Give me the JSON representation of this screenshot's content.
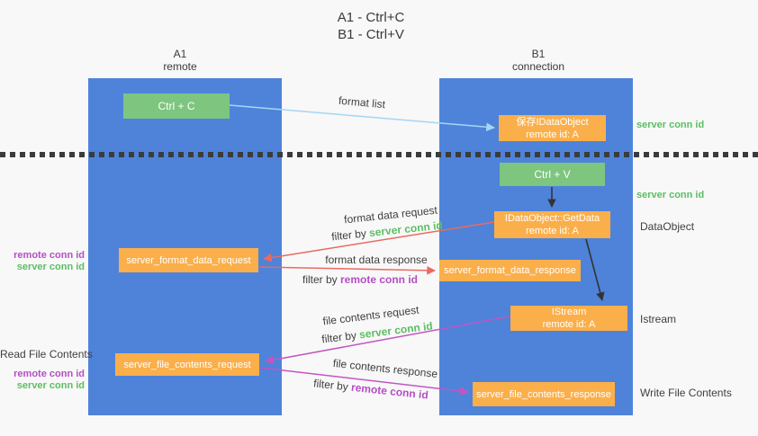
{
  "title": {
    "line1": "A1 - Ctrl+C",
    "line2": "B1 - Ctrl+V"
  },
  "columns": {
    "left": {
      "id": "A1",
      "subtitle": "remote"
    },
    "right": {
      "id": "B1",
      "subtitle": "connection"
    }
  },
  "nodes": {
    "ctrl_c": "Ctrl + C",
    "ctrl_v": "Ctrl + V",
    "save_dataobject": {
      "line1": "保存IDataObject",
      "line2": "remote id: A"
    },
    "getdata": {
      "line1": "IDataObject::GetData",
      "line2": "remote id: A"
    },
    "istream": {
      "line1": "IStream",
      "line2": "remote id: A"
    },
    "server_format_data_request": "server_format_data_request",
    "server_format_data_response": "server_format_data_response",
    "server_file_contents_request": "server_file_contents_request",
    "server_file_contents_response": "server_file_contents_response"
  },
  "edge_labels": {
    "format_list": "format list",
    "format_data_request": "format data request",
    "format_data_response": "format data response",
    "file_contents_request": "file contents request",
    "file_contents_response": "file contents response",
    "filter_by": "filter by ",
    "server_conn_id": "server conn id",
    "remote_conn_id": "remote conn id"
  },
  "side_labels": {
    "right_server_conn_id_1": "server conn id",
    "right_server_conn_id_2": "server conn id",
    "dataobject": "DataObject",
    "istream": "Istream",
    "write_file_contents": "Write File Contents",
    "read_file_contents": "Read File Contents",
    "left_remote_conn_id_1": "remote conn id",
    "left_server_conn_id_1": "server conn id",
    "left_remote_conn_id_2": "remote conn id",
    "left_server_conn_id_2": "server conn id"
  },
  "colors": {
    "background": "#f8f8f8",
    "column_fill": "#4e83d9",
    "node_green": "#7ec57f",
    "node_orange": "#fbaf4a",
    "arrow_lightblue": "#a5d6f5",
    "arrow_red": "#e96a60",
    "arrow_magenta": "#c355c3",
    "arrow_black": "#333333",
    "text_green": "#5cbe63",
    "text_purple": "#b44fc3",
    "text_dark": "#3f3f3f"
  }
}
